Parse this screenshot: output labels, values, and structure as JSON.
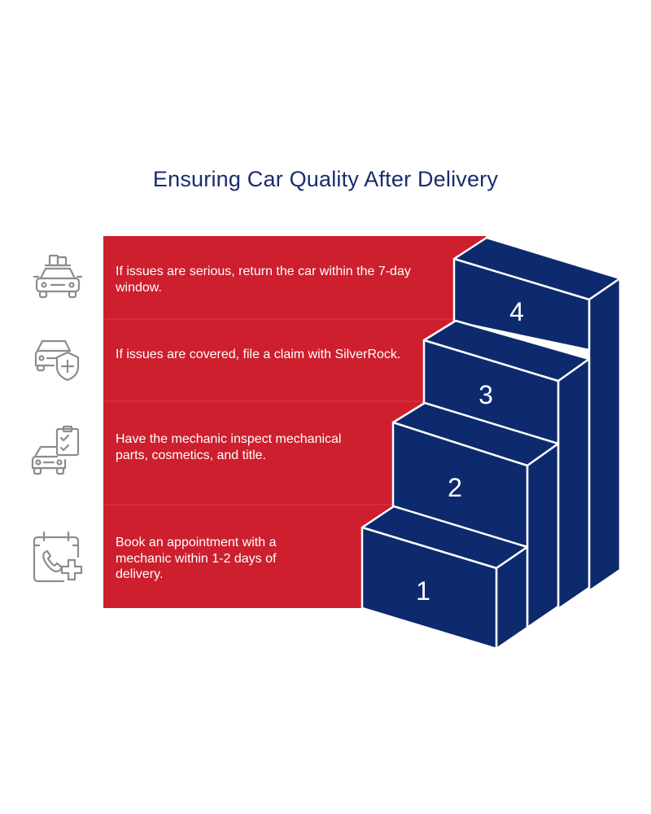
{
  "title": "Ensuring Car Quality After Delivery",
  "colors": {
    "title": "#1a2d6b",
    "red": "#cd1f2e",
    "navy": "#0d2a6e",
    "icon_gray": "#8c8c8c"
  },
  "steps": [
    {
      "number": "1",
      "text": "Book an appointment with a mechanic within 1-2 days of delivery.",
      "icon": "calendar-phone-plus-icon"
    },
    {
      "number": "2",
      "text": "Have the mechanic inspect mechanical parts, cosmetics, and title.",
      "icon": "car-checklist-icon"
    },
    {
      "number": "3",
      "text": "If issues are covered, file a claim with SilverRock.",
      "icon": "car-shield-icon"
    },
    {
      "number": "4",
      "text": "If issues are serious, return the car within the 7-day window.",
      "icon": "car-luggage-icon"
    }
  ]
}
